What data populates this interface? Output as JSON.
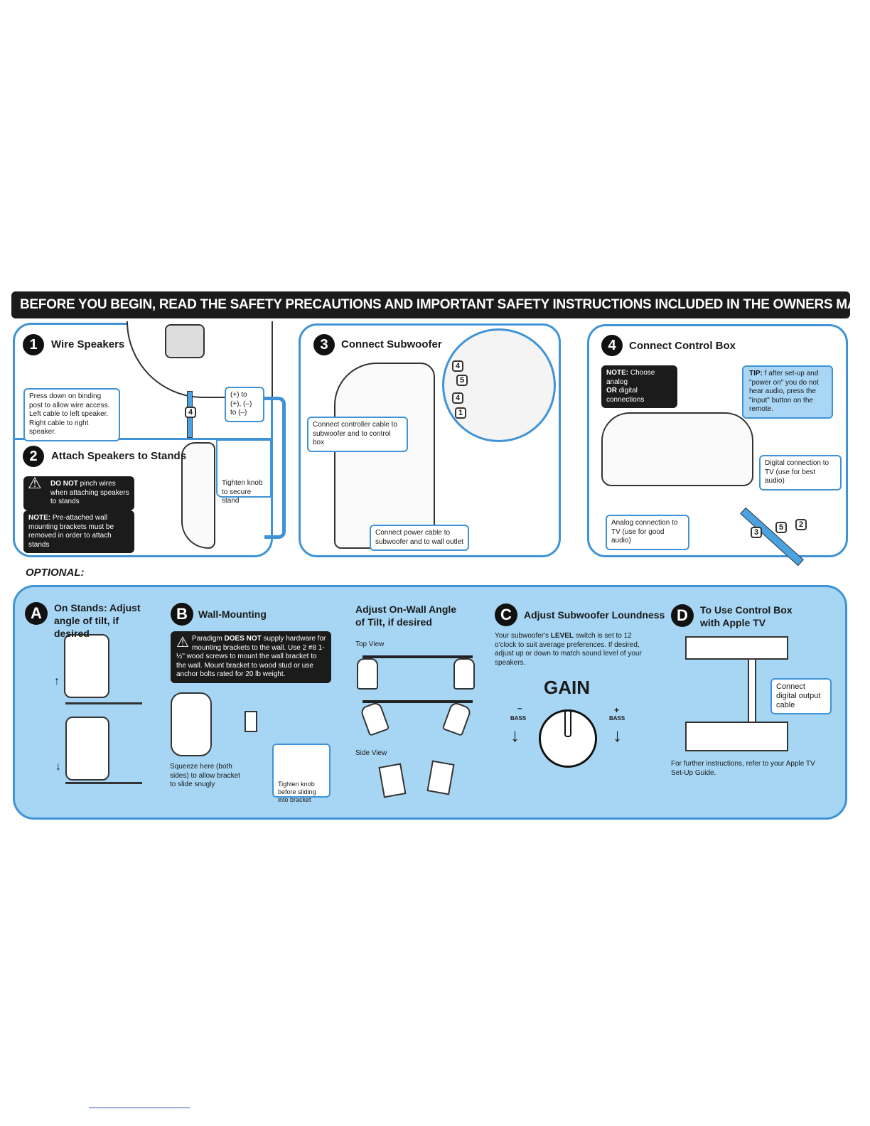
{
  "banner": "BEFORE YOU BEGIN, READ THE SAFETY PRECAUTIONS AND IMPORTANT SAFETY INSTRUCTIONS INCLUDED IN THE OWNERS MANUAL.",
  "step1": {
    "num": "1",
    "title": "Wire Speakers",
    "note": "Press down on binding post to allow wire access. Left cable to left speaker. Right cable to right speaker.",
    "polarity": "(+) to (+), (–) to (–)",
    "badge": "4"
  },
  "step2": {
    "num": "2",
    "title": "Attach Speakers to Stands",
    "warning_bold": "DO NOT",
    "warning": " pinch wires when attaching speakers to stands",
    "note_bold": "NOTE:",
    "note": " Pre-attached wall mounting brackets must be removed in order to attach stands",
    "tighten": "Tighten knob to secure stand"
  },
  "step3": {
    "num": "3",
    "title": "Connect Subwoofer",
    "controller_note": "Connect controller cable to subwoofer and to control box",
    "power_note": "Connect power cable to subwoofer and to wall outlet",
    "badges": [
      "4",
      "5",
      "4",
      "1"
    ]
  },
  "step4": {
    "num": "4",
    "title": "Connect Control Box",
    "note_bold": "NOTE:",
    "note": " Choose analog",
    "note_or": "OR",
    "note2": " digital connections",
    "tip_bold": "TIP:",
    "tip": " f after set-up and \"power on\" you do not hear audio, press the \"input\" button on the remote.",
    "digital": "Digital connection to TV (use for best audio)",
    "analog": "Analog connection to TV (use for good audio)",
    "badges": [
      "3",
      "5",
      "2"
    ]
  },
  "optional_label": "OPTIONAL:",
  "A": {
    "letter": "A",
    "title": "On Stands: Adjust angle of tilt, if desired"
  },
  "B": {
    "letter": "B",
    "title": "Wall-Mounting",
    "warning_pre": "Paradigm ",
    "warning_bold": "DOES NOT",
    "warning": " supply hardware for mounting brackets to the wall. Use 2 #8 1-½\" wood screws to mount the wall bracket to the wall. Mount bracket to wood stud or use anchor bolts rated for 20 lb weight.",
    "squeeze": "Squeeze here (both sides) to allow bracket to slide snugly",
    "tighten": "Tighten knob before sliding into bracket"
  },
  "angle": {
    "title": "Adjust On-Wall Angle of Tilt, if desired",
    "top_view": "Top View",
    "side_view": "Side View"
  },
  "C": {
    "letter": "C",
    "title": "Adjust Subwoofer Loundness",
    "text_pre": "Your subwoofer's ",
    "text_bold": "LEVEL",
    "text": " switch is set to 12 o'clock to suit average preferences. If desired, adjust up or down to match sound level of your speakers.",
    "gain": "GAIN",
    "minus": "–",
    "plus": "+",
    "bass_left": "BASS",
    "bass_right": "BASS"
  },
  "D": {
    "letter": "D",
    "title": "To Use Control Box with Apple TV",
    "callout": "Connect digital output cable",
    "footer": "For further instructions, refer to your Apple TV Set-Up Guide."
  }
}
